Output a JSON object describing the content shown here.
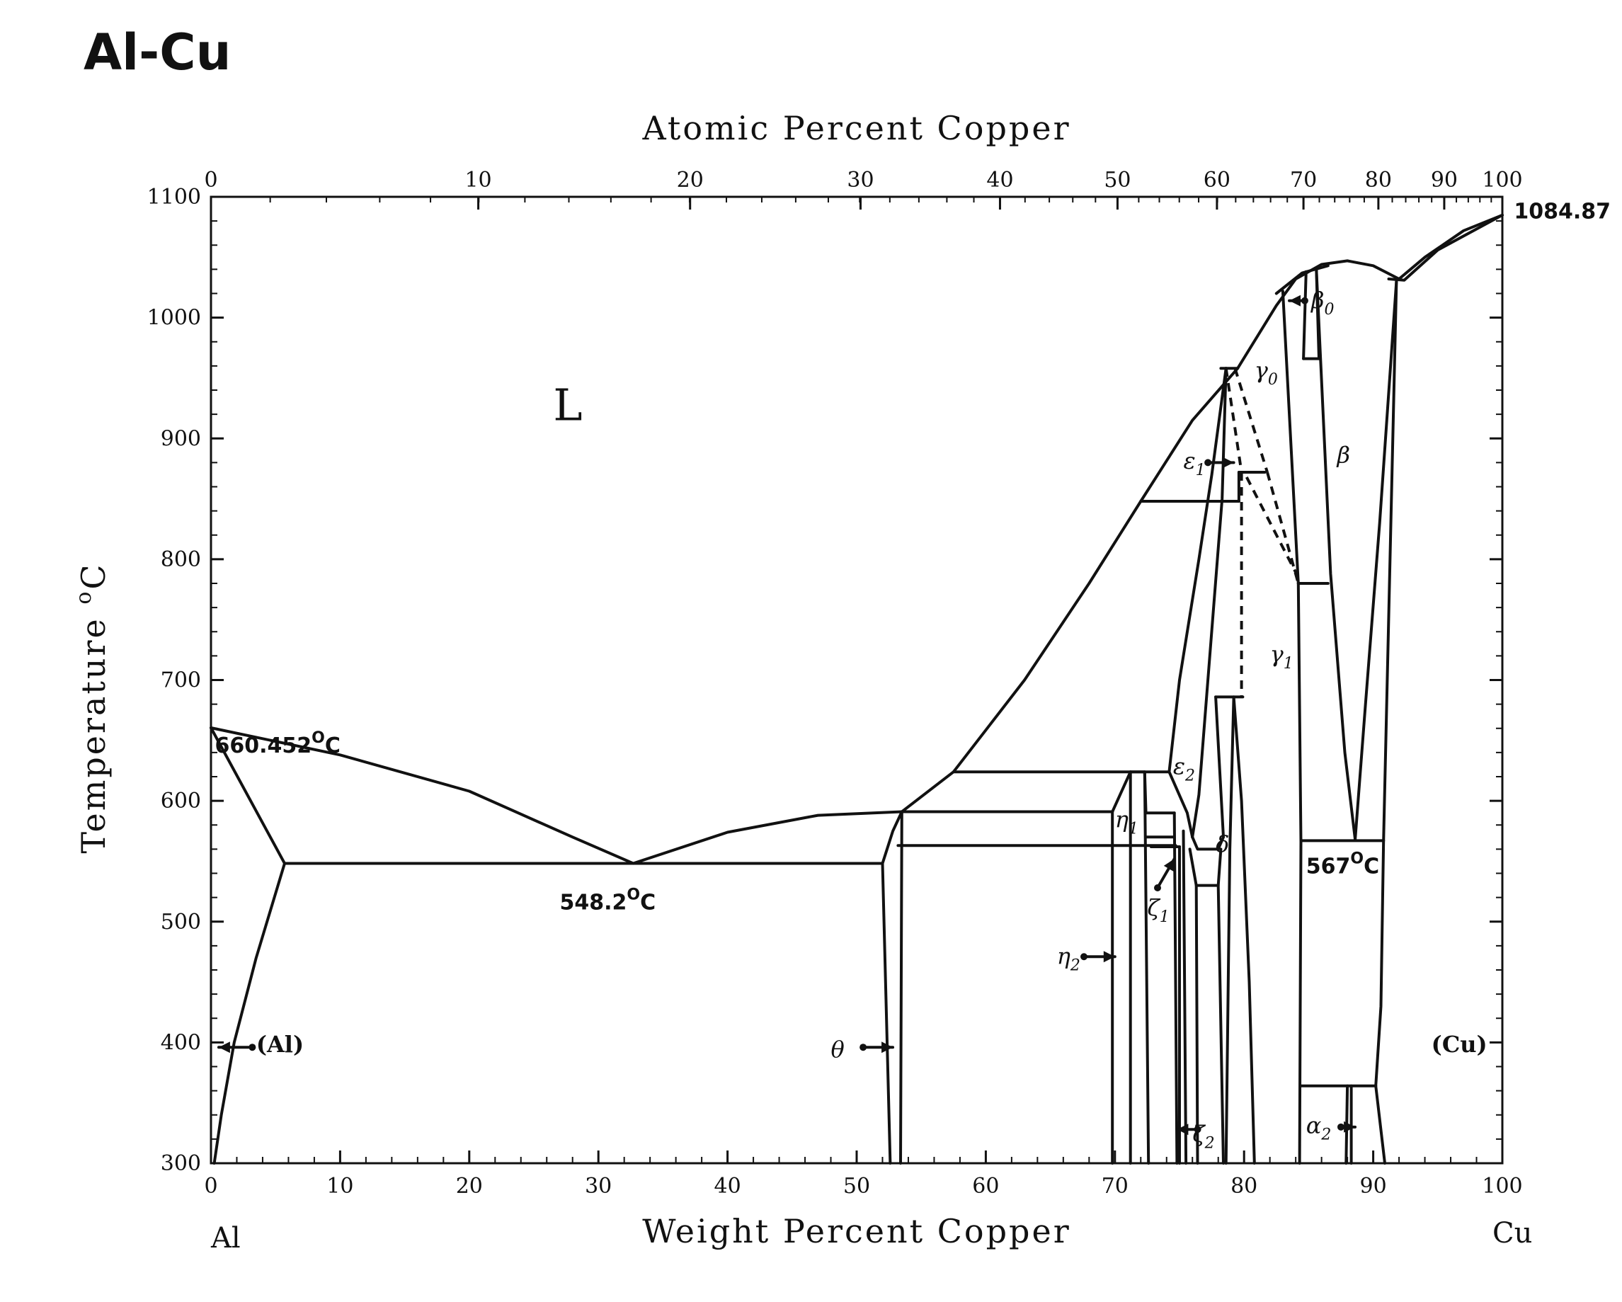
{
  "page_title": "Al-Cu",
  "chart_data": {
    "type": "line",
    "title": "Al-Cu",
    "xlabel": "Weight Percent Copper",
    "x2label": "Atomic Percent Copper",
    "ylabel": "Temperature °C",
    "ylabel_parts": {
      "main": "Temperature ",
      "sup": "o",
      "unit": "C"
    },
    "xlim": [
      0,
      100
    ],
    "ylim": [
      300,
      1100
    ],
    "xticks": [
      "0",
      "10",
      "20",
      "30",
      "40",
      "50",
      "60",
      "70",
      "80",
      "90",
      "100"
    ],
    "yticks": [
      "300",
      "400",
      "500",
      "600",
      "700",
      "800",
      "900",
      "1000",
      "1100"
    ],
    "top_ticks": [
      {
        "label": "0",
        "wt": 0.0
      },
      {
        "label": "10",
        "wt": 20.7
      },
      {
        "label": "20",
        "wt": 37.1
      },
      {
        "label": "30",
        "wt": 50.3
      },
      {
        "label": "40",
        "wt": 61.1
      },
      {
        "label": "50",
        "wt": 70.2
      },
      {
        "label": "60",
        "wt": 77.9
      },
      {
        "label": "70",
        "wt": 84.6
      },
      {
        "label": "80",
        "wt": 90.4
      },
      {
        "label": "90",
        "wt": 95.5
      },
      {
        "label": "100",
        "wt": 100.0
      }
    ],
    "end_labels": {
      "left": "Al",
      "right": "Cu"
    },
    "point_labels": [
      {
        "name": "al-melting-point",
        "text": "660.452",
        "sup": "O",
        "unit": "C",
        "x": 0.3,
        "y": 640
      },
      {
        "name": "eutectic-point",
        "text": "548.2",
        "sup": "O",
        "unit": "C",
        "x": 27.0,
        "y": 510
      },
      {
        "name": "eutectoid-point",
        "text": "567",
        "sup": "O",
        "unit": "C",
        "x": 84.8,
        "y": 540
      },
      {
        "name": "cu-melting-point",
        "text": "1084.87",
        "sup": "",
        "unit": "",
        "x": 100.9,
        "y": 1082
      }
    ],
    "phase_labels": [
      {
        "name": "label-L",
        "text": "L",
        "sub": "",
        "x": 26.5,
        "y": 915,
        "style": "big"
      },
      {
        "name": "label-Al",
        "text": "(Al)",
        "sub": "",
        "x": 3.5,
        "y": 392,
        "style": "bold"
      },
      {
        "name": "label-Cu",
        "text": "(Cu)",
        "sub": "",
        "x": 94.5,
        "y": 392,
        "style": "bold"
      },
      {
        "name": "label-theta",
        "text": "θ",
        "sub": "",
        "x": 48.0,
        "y": 388,
        "style": "italic"
      },
      {
        "name": "label-eta1",
        "text": "η",
        "sub": "1",
        "x": 70.0,
        "y": 578,
        "style": "italic"
      },
      {
        "name": "label-eta2",
        "text": "η",
        "sub": "2",
        "x": 65.5,
        "y": 465,
        "style": "italic"
      },
      {
        "name": "label-zeta1",
        "text": "ζ",
        "sub": "1",
        "x": 72.5,
        "y": 505,
        "style": "italic"
      },
      {
        "name": "label-zeta2",
        "text": "ζ",
        "sub": "2",
        "x": 76.0,
        "y": 318,
        "style": "italic"
      },
      {
        "name": "label-epsilon1",
        "text": "ε",
        "sub": "1",
        "x": 75.3,
        "y": 875,
        "style": "italic"
      },
      {
        "name": "label-epsilon2",
        "text": "ε",
        "sub": "2",
        "x": 74.5,
        "y": 622,
        "style": "italic"
      },
      {
        "name": "label-delta",
        "text": "δ",
        "sub": "",
        "x": 77.8,
        "y": 558,
        "style": "italic"
      },
      {
        "name": "label-gamma0",
        "text": "γ",
        "sub": "0",
        "x": 80.8,
        "y": 950,
        "style": "italic"
      },
      {
        "name": "label-gamma1",
        "text": "γ",
        "sub": "1",
        "x": 82.0,
        "y": 715,
        "style": "italic"
      },
      {
        "name": "label-beta",
        "text": "β",
        "sub": "",
        "x": 87.2,
        "y": 880,
        "style": "italic"
      },
      {
        "name": "label-beta0",
        "text": "β",
        "sub": "0",
        "x": 85.2,
        "y": 1008,
        "style": "italic"
      },
      {
        "name": "label-alpha2",
        "text": "α",
        "sub": "2",
        "x": 84.8,
        "y": 325,
        "style": "italic"
      }
    ],
    "arrows": [
      {
        "name": "arrow-Al",
        "from": [
          3.2,
          396
        ],
        "to": [
          0.6,
          396
        ]
      },
      {
        "name": "arrow-theta",
        "from": [
          50.5,
          396
        ],
        "to": [
          52.8,
          396
        ]
      },
      {
        "name": "arrow-eta2",
        "from": [
          67.6,
          471
        ],
        "to": [
          70.0,
          471
        ]
      },
      {
        "name": "arrow-zeta1",
        "from": [
          73.3,
          528
        ],
        "to": [
          74.6,
          552
        ]
      },
      {
        "name": "arrow-zeta2",
        "from": [
          76.4,
          328
        ],
        "to": [
          74.8,
          328
        ]
      },
      {
        "name": "arrow-epsilon1",
        "from": [
          77.2,
          880
        ],
        "to": [
          79.2,
          880
        ]
      },
      {
        "name": "arrow-beta0",
        "from": [
          84.7,
          1014
        ],
        "to": [
          83.5,
          1014
        ]
      },
      {
        "name": "arrow-alpha2",
        "from": [
          87.5,
          330
        ],
        "to": [
          88.6,
          330
        ]
      }
    ],
    "series": [
      {
        "points": [
          [
            0,
            660.452
          ],
          [
            10,
            638
          ],
          [
            20,
            608
          ],
          [
            28,
            570
          ],
          [
            32.7,
            548.2
          ]
        ]
      },
      {
        "points": [
          [
            32.7,
            548.2
          ],
          [
            40,
            574
          ],
          [
            47,
            588
          ],
          [
            53.5,
            591
          ]
        ]
      },
      {
        "points": [
          [
            53.5,
            591
          ],
          [
            57.5,
            624
          ],
          [
            63,
            700
          ],
          [
            68,
            780
          ],
          [
            72,
            848
          ],
          [
            76,
            915
          ],
          [
            79.5,
            958
          ],
          [
            82.5,
            1010
          ],
          [
            84,
            1032
          ],
          [
            86,
            1044
          ],
          [
            88,
            1047
          ],
          [
            90,
            1043
          ],
          [
            92,
            1032
          ],
          [
            94,
            1050
          ],
          [
            97,
            1072
          ],
          [
            100,
            1084.87
          ]
        ]
      },
      {
        "points": [
          [
            82.5,
            1020
          ],
          [
            84.5,
            1037
          ],
          [
            86.5,
            1043
          ]
        ]
      },
      {
        "points": [
          [
            91.2,
            1032
          ],
          [
            92.4,
            1031
          ],
          [
            95,
            1056
          ],
          [
            100,
            1084.87
          ]
        ]
      },
      {
        "points": [
          [
            0,
            660.452
          ],
          [
            5.7,
            548.2
          ]
        ]
      },
      {
        "points": [
          [
            5.7,
            548.2
          ],
          [
            3.5,
            470
          ],
          [
            1.8,
            400
          ],
          [
            0.8,
            340
          ],
          [
            0.25,
            300
          ]
        ]
      },
      {
        "points": [
          [
            5.7,
            548.2
          ],
          [
            52.0,
            548.2
          ]
        ]
      },
      {
        "points": [
          [
            52.0,
            548.2
          ],
          [
            52.6,
            300
          ]
        ]
      },
      {
        "points": [
          [
            52.0,
            548.2
          ],
          [
            52.8,
            575
          ],
          [
            53.5,
            591
          ]
        ]
      },
      {
        "points": [
          [
            53.5,
            591
          ],
          [
            53.4,
            300
          ]
        ]
      },
      {
        "points": [
          [
            53.5,
            591
          ],
          [
            69.8,
            591
          ]
        ]
      },
      {
        "points": [
          [
            53.2,
            563
          ],
          [
            74.7,
            563
          ]
        ]
      },
      {
        "points": [
          [
            57.5,
            624
          ],
          [
            74.2,
            624
          ]
        ]
      },
      {
        "points": [
          [
            69.8,
            591
          ],
          [
            69.8,
            300
          ]
        ]
      },
      {
        "points": [
          [
            69.8,
            591
          ],
          [
            71.2,
            624
          ]
        ]
      },
      {
        "points": [
          [
            71.2,
            624
          ],
          [
            72.3,
            624
          ],
          [
            72.6,
            300
          ]
        ]
      },
      {
        "points": [
          [
            71.2,
            624
          ],
          [
            71.2,
            300
          ]
        ]
      },
      {
        "points": [
          [
            72.3,
            624
          ],
          [
            72.4,
            590
          ]
        ]
      },
      {
        "points": [
          [
            72.4,
            590
          ],
          [
            74.6,
            590
          ]
        ]
      },
      {
        "points": [
          [
            72.4,
            570
          ],
          [
            74.5,
            570
          ]
        ]
      },
      {
        "points": [
          [
            72.8,
            562
          ],
          [
            75.0,
            562
          ]
        ]
      },
      {
        "points": [
          [
            74.2,
            624
          ],
          [
            75.6,
            590
          ],
          [
            76.0,
            570
          ]
        ]
      },
      {
        "points": [
          [
            74.6,
            590
          ],
          [
            74.8,
            300
          ]
        ]
      },
      {
        "points": [
          [
            75.0,
            562
          ],
          [
            75.0,
            300
          ]
        ]
      },
      {
        "points": [
          [
            75.3,
            575
          ],
          [
            75.5,
            300
          ]
        ]
      },
      {
        "points": [
          [
            74.2,
            624
          ],
          [
            75.0,
            700
          ],
          [
            76.5,
            800
          ],
          [
            77.5,
            870
          ],
          [
            78.6,
            958
          ]
        ]
      },
      {
        "points": [
          [
            72.0,
            848
          ],
          [
            79.6,
            848
          ]
        ]
      },
      {
        "points": [
          [
            76.0,
            570
          ],
          [
            76.5,
            605
          ],
          [
            77.2,
            700
          ],
          [
            78.3,
            850
          ],
          [
            78.6,
            958
          ]
        ]
      },
      {
        "points": [
          [
            79.5,
            958
          ],
          [
            78.6,
            958
          ]
        ]
      },
      {
        "points": [
          [
            78.2,
            958
          ],
          [
            78.6,
            958
          ]
        ]
      },
      {
        "points": [
          [
            76.0,
            570
          ],
          [
            76.4,
            560
          ],
          [
            78.0,
            560
          ],
          [
            78.4,
            570
          ]
        ]
      },
      {
        "points": [
          [
            75.8,
            560
          ],
          [
            76.3,
            530
          ],
          [
            78.0,
            530
          ],
          [
            78.2,
            560
          ]
        ]
      },
      {
        "points": [
          [
            76.3,
            530
          ],
          [
            76.4,
            300
          ]
        ]
      },
      {
        "points": [
          [
            78.0,
            530
          ],
          [
            78.4,
            300
          ]
        ]
      },
      {
        "points": [
          [
            78.4,
            570
          ],
          [
            77.8,
            686
          ]
        ]
      },
      {
        "points": [
          [
            77.8,
            686
          ],
          [
            79.9,
            686
          ]
        ]
      },
      {
        "points": [
          [
            79.2,
            686
          ],
          [
            78.9,
            560
          ],
          [
            78.6,
            300
          ]
        ]
      },
      {
        "points": [
          [
            79.2,
            686
          ],
          [
            79.8,
            600
          ],
          [
            80.4,
            450
          ],
          [
            80.8,
            300
          ]
        ]
      },
      {
        "points": [
          [
            79.6,
            848
          ],
          [
            79.6,
            872
          ]
        ]
      },
      {
        "points": [
          [
            79.6,
            872
          ],
          [
            81.6,
            872
          ]
        ]
      },
      {
        "points": [
          [
            84.2,
            780
          ],
          [
            86.5,
            780
          ]
        ]
      },
      {
        "points": [
          [
            83.0,
            1022
          ],
          [
            84.2,
            780
          ]
        ]
      },
      {
        "points": [
          [
            84.2,
            780
          ],
          [
            84.4,
            566
          ],
          [
            84.3,
            300
          ]
        ]
      },
      {
        "points": [
          [
            84.6,
            966
          ],
          [
            85.8,
            966
          ]
        ]
      },
      {
        "points": [
          [
            84.6,
            966
          ],
          [
            84.8,
            1038
          ]
        ]
      },
      {
        "points": [
          [
            85.8,
            966
          ],
          [
            85.6,
            1040
          ]
        ]
      },
      {
        "points": [
          [
            85.6,
            1040
          ],
          [
            86.7,
            788
          ],
          [
            87.8,
            640
          ],
          [
            88.6,
            568
          ]
        ]
      },
      {
        "points": [
          [
            88.6,
            568
          ],
          [
            89.4,
            680
          ],
          [
            90.5,
            830
          ],
          [
            91.8,
            1030
          ]
        ]
      },
      {
        "points": [
          [
            84.4,
            567
          ],
          [
            90.8,
            567
          ]
        ]
      },
      {
        "points": [
          [
            90.8,
            567
          ],
          [
            91.8,
            1030
          ]
        ]
      },
      {
        "points": [
          [
            90.8,
            567
          ],
          [
            90.6,
            430
          ],
          [
            90.2,
            364
          ]
        ]
      },
      {
        "points": [
          [
            84.4,
            364
          ],
          [
            90.2,
            364
          ]
        ]
      },
      {
        "points": [
          [
            90.2,
            364
          ],
          [
            90.9,
            300
          ]
        ]
      },
      {
        "points": [
          [
            88.0,
            364
          ],
          [
            87.9,
            300
          ]
        ]
      },
      {
        "points": [
          [
            88.3,
            364
          ],
          [
            88.3,
            300
          ]
        ]
      }
    ],
    "dashed_series": [
      {
        "points": [
          [
            78.6,
            958
          ],
          [
            79.8,
            872
          ]
        ]
      },
      {
        "points": [
          [
            79.3,
            958
          ],
          [
            81.8,
            872
          ]
        ]
      },
      {
        "points": [
          [
            81.8,
            872
          ],
          [
            84.2,
            780
          ]
        ]
      },
      {
        "points": [
          [
            80.2,
            868
          ],
          [
            84.1,
            787
          ]
        ]
      },
      {
        "points": [
          [
            79.8,
            872
          ],
          [
            79.8,
            686
          ]
        ]
      }
    ]
  }
}
